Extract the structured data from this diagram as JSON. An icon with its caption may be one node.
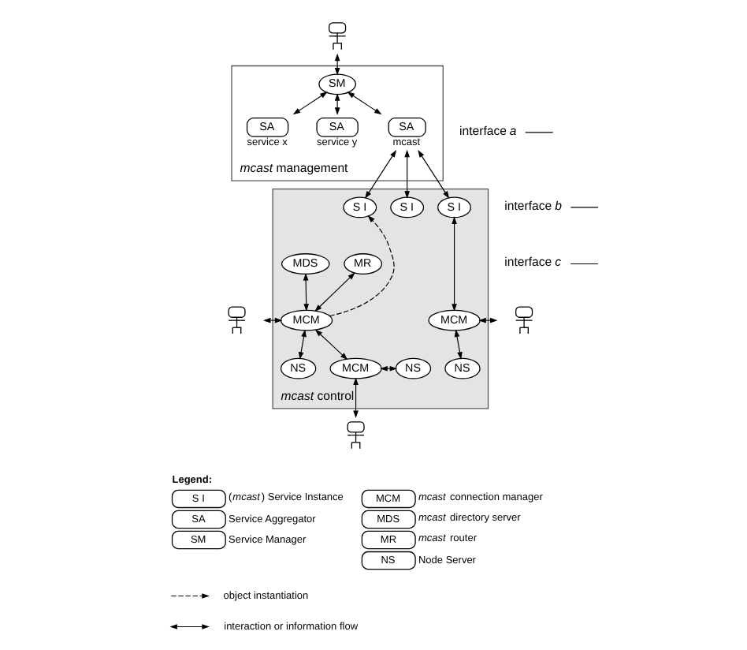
{
  "diagram": {
    "nodes": [
      {
        "text": [
          "*mcast* management"
        ]
      },
      {
        "text": [
          "SM"
        ],
        "in": 0
      },
      {
        "text": [
          "SA"
        ],
        "in": 0,
        "beside": [
          "service x"
        ]
      },
      {
        "text": [
          "SA"
        ],
        "in": 0,
        "beside": [
          "service y"
        ]
      },
      {
        "text": [
          "SA"
        ],
        "in": 0,
        "beside": [
          "mcast"
        ]
      },
      {
        "text": [
          "*mcast* control"
        ]
      },
      {
        "text": [
          "S I"
        ],
        "in": 5
      },
      {
        "text": [
          "S I"
        ],
        "in": 5
      },
      {
        "text": [
          "S I"
        ],
        "in": 5
      },
      {
        "text": [
          "MDS"
        ],
        "in": 5
      },
      {
        "text": [
          "MR"
        ],
        "in": 5
      },
      {
        "text": [
          "MCM"
        ],
        "in": 5
      },
      {
        "text": [
          "NS"
        ],
        "in": 5
      },
      {
        "text": [
          "MCM"
        ],
        "in": 5
      },
      {
        "text": [
          "NS"
        ],
        "in": 5
      },
      {
        "text": [
          "MCM"
        ],
        "in": 5
      },
      {
        "text": [
          "NS"
        ],
        "in": 5
      },
      {
        "text": [],
        "shape": "person"
      },
      {
        "text": [],
        "shape": "person"
      },
      {
        "text": [],
        "shape": "person"
      },
      {
        "text": [],
        "shape": "person"
      },
      {
        "text": [
          "interface *a*"
        ]
      },
      {
        "text": [
          "interface *b*"
        ]
      },
      {
        "text": [
          "interface *c*"
        ]
      }
    ],
    "edges": [
      {
        "from": 17,
        "to": 1,
        "arrow": "both"
      },
      {
        "from": 1,
        "to": 2,
        "arrow": "both"
      },
      {
        "from": 1,
        "to": 3,
        "arrow": "both"
      },
      {
        "from": 1,
        "to": 4,
        "arrow": "both"
      },
      {
        "from": 4,
        "to": 6,
        "arrow": "both"
      },
      {
        "from": 4,
        "to": 7,
        "arrow": "both"
      },
      {
        "from": 4,
        "to": 8,
        "arrow": "both"
      },
      {
        "from": 11,
        "to": 6,
        "arrow": "to",
        "style": "dashed"
      },
      {
        "from": 9,
        "to": 11,
        "arrow": "both"
      },
      {
        "from": 10,
        "to": 11,
        "arrow": "both"
      },
      {
        "from": 18,
        "to": 11,
        "arrow": "both"
      },
      {
        "from": 11,
        "to": 12,
        "arrow": "both"
      },
      {
        "from": 11,
        "to": 13,
        "arrow": "both"
      },
      {
        "from": 13,
        "to": 14,
        "arrow": "both"
      },
      {
        "from": 13,
        "to": 19,
        "arrow": "both"
      },
      {
        "from": 8,
        "to": 15,
        "arrow": "both"
      },
      {
        "from": 15,
        "to": 16,
        "arrow": "both"
      },
      {
        "from": 15,
        "to": 20,
        "arrow": "both"
      },
      {
        "from": 21,
        "to": null,
        "arrow": "none"
      },
      {
        "from": 22,
        "to": null,
        "arrow": "none"
      },
      {
        "from": 23,
        "to": null,
        "arrow": "none"
      }
    ],
    "labels": [
      "Legend:",
      "S I",
      "SA",
      "SM",
      "MCM",
      "MDS",
      "MR",
      "NS"
    ],
    "legend": [
      {
        "text": "(*mcast*) Service Instance"
      },
      {
        "text": "Service Aggregator"
      },
      {
        "text": "Service Manager"
      },
      {
        "text": "object instantiation"
      },
      {
        "text": "interaction or information flow"
      },
      {
        "text": "*mcast* connection manager"
      },
      {
        "text": "*mcast* directory server"
      },
      {
        "text": "*mcast* router"
      },
      {
        "text": "Node Server"
      }
    ]
  }
}
